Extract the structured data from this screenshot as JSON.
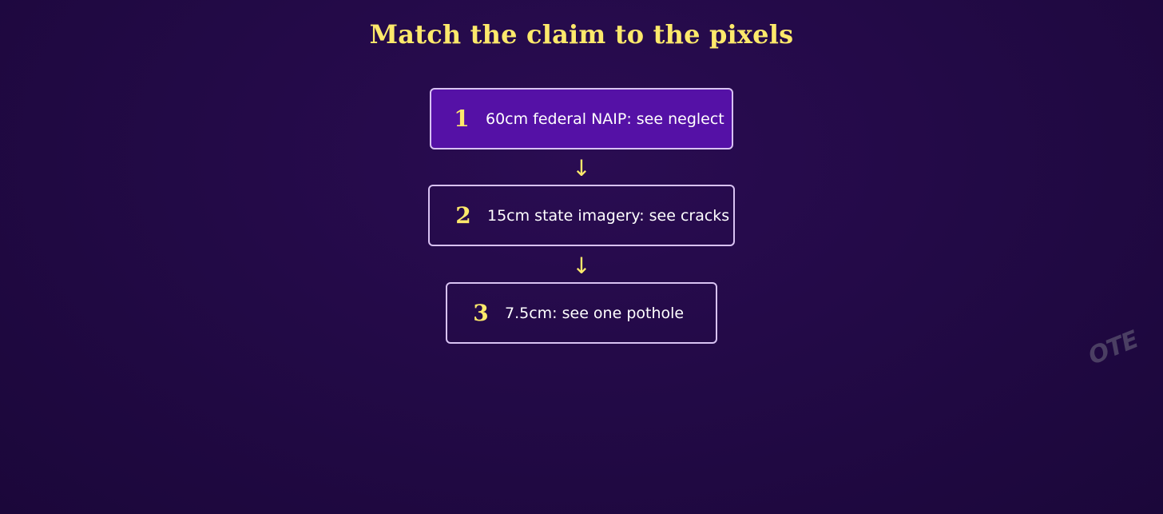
{
  "title": "Match the claim to the pixels",
  "steps": [
    {
      "number": "1",
      "text": "60cm federal NAIP: see neglect",
      "highlighted": true
    },
    {
      "number": "2",
      "text": "15cm state imagery: see cracks",
      "highlighted": false
    },
    {
      "number": "3",
      "text": "7.5cm: see one pothole",
      "highlighted": false
    }
  ],
  "arrows": [
    "↓",
    "↓"
  ],
  "watermark": "OTE",
  "colors": {
    "background": "#230a47",
    "accent_yellow": "#fde96b",
    "highlight_box": "#5511a6",
    "box_border": "#d8c2f2",
    "text": "#ffffff"
  }
}
